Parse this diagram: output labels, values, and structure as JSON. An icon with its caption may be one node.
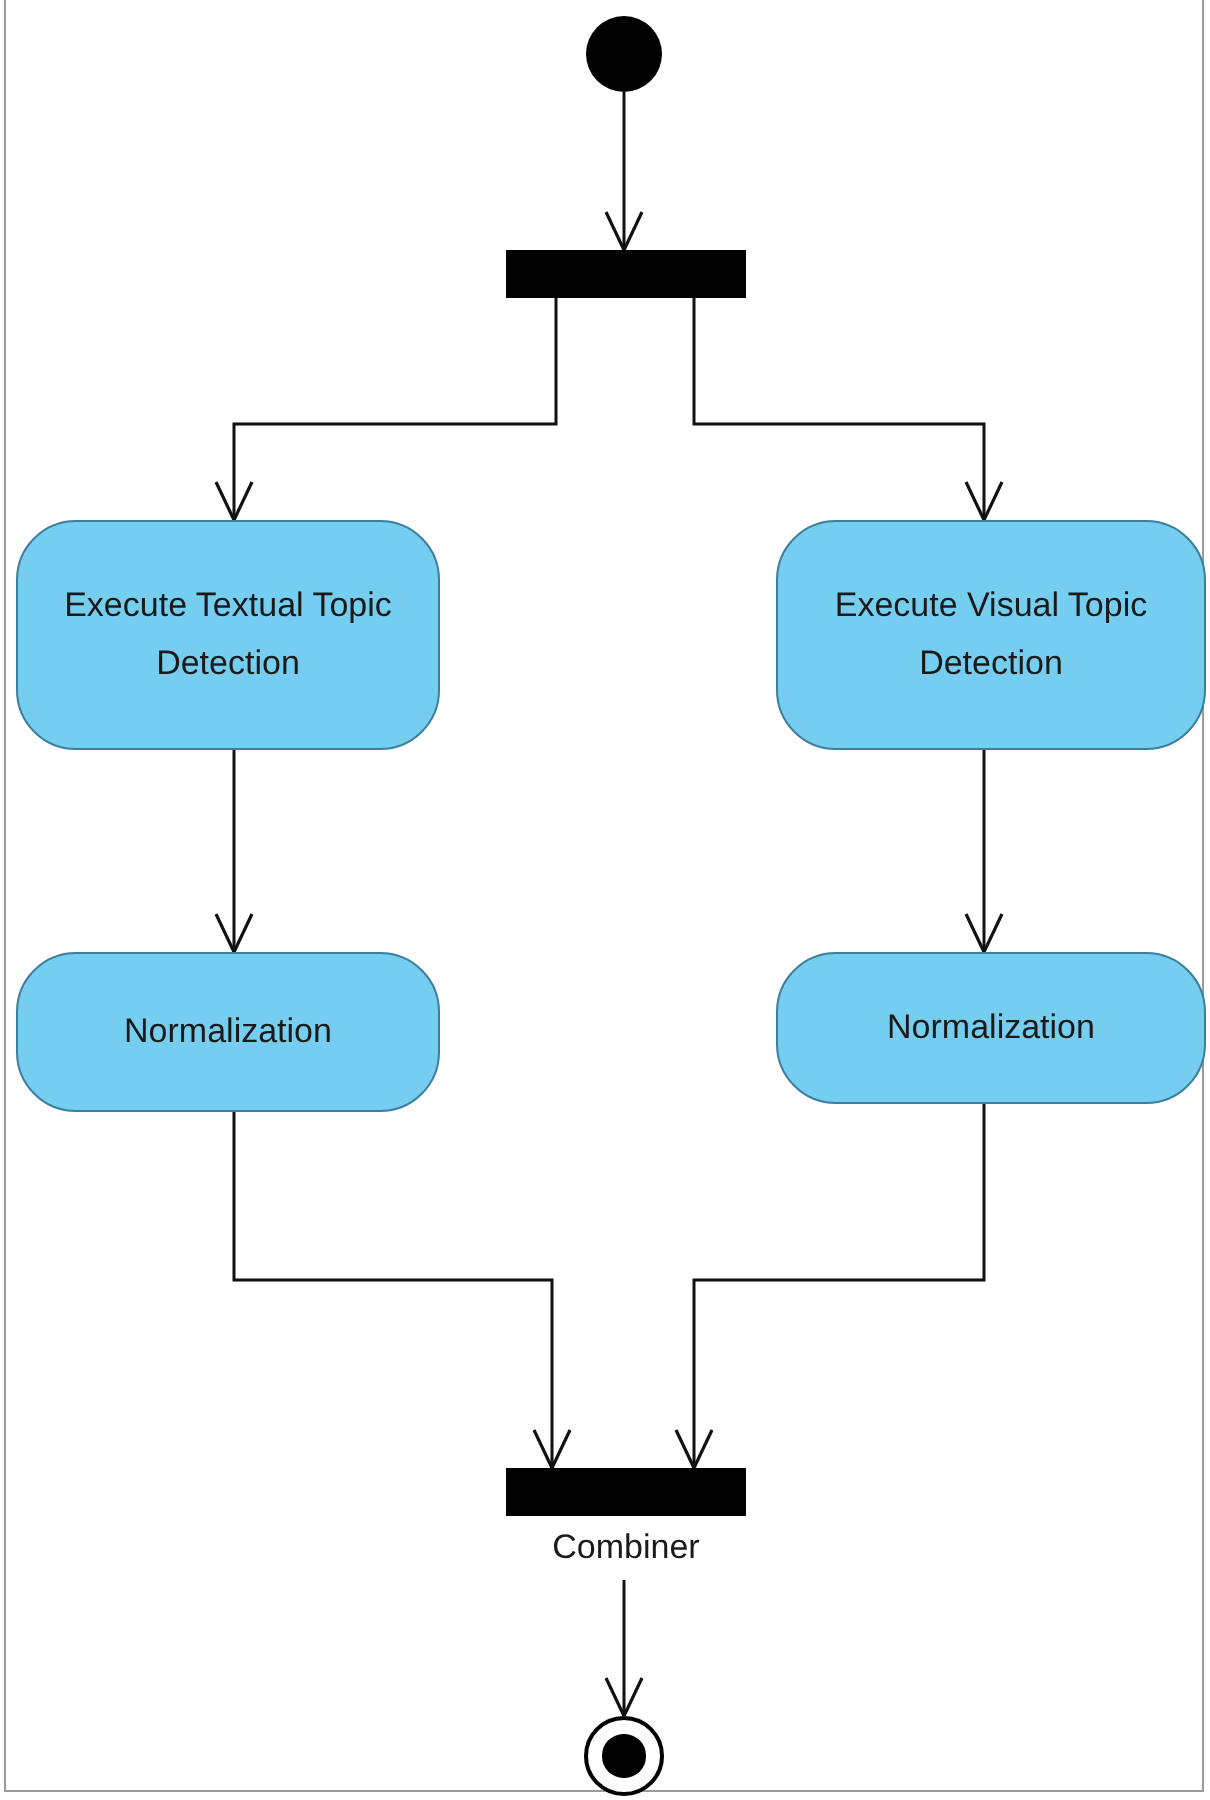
{
  "diagram": {
    "nodes": [
      {
        "text": [],
        "shape": "circle"
      },
      {
        "text": [],
        "shape": "bar"
      },
      {
        "text": [
          "Execute Textual Topic Detection"
        ]
      },
      {
        "text": [
          "Execute Visual Topic Detection"
        ]
      },
      {
        "text": [
          "Normalization"
        ]
      },
      {
        "text": [
          "Normalization"
        ]
      },
      {
        "text": [],
        "shape": "bar",
        "beside": [
          "Combiner"
        ]
      },
      {
        "text": [],
        "shape": "circle"
      }
    ],
    "edges": [
      {
        "from": 0,
        "to": 1,
        "arrow": "to"
      },
      {
        "from": 1,
        "to": 2,
        "arrow": "to"
      },
      {
        "from": 1,
        "to": 3,
        "arrow": "to"
      },
      {
        "from": 2,
        "to": 4,
        "arrow": "to"
      },
      {
        "from": 3,
        "to": 5,
        "arrow": "to"
      },
      {
        "from": 4,
        "to": 6,
        "arrow": "to"
      },
      {
        "from": 5,
        "to": 6,
        "arrow": "to"
      },
      {
        "from": 6,
        "to": 7,
        "arrow": "to"
      }
    ]
  }
}
